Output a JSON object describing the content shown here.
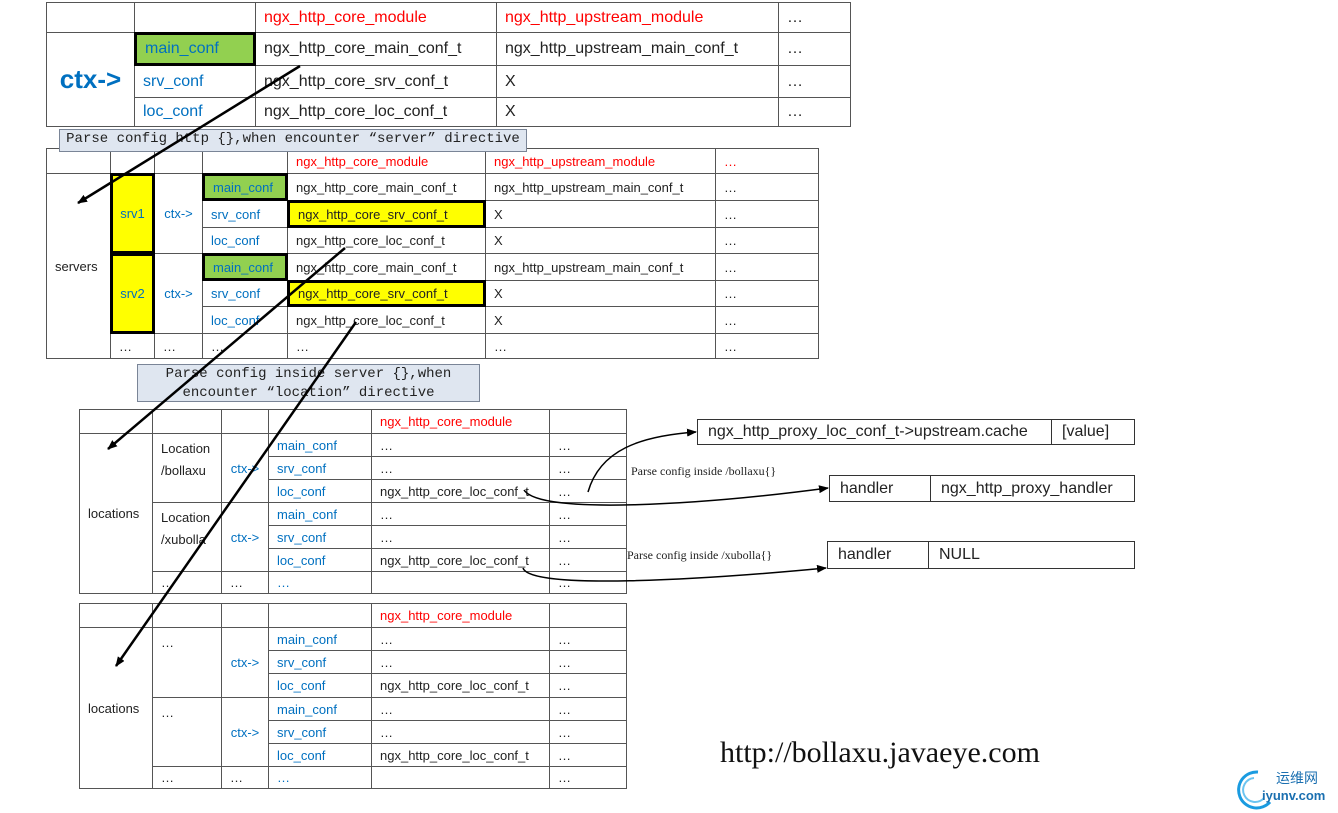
{
  "tables": {
    "t1": {
      "rows": [
        [
          "",
          "",
          "ngx_http_core_module",
          "ngx_http_upstream_module",
          "…"
        ],
        [
          "ctx->",
          "main_conf",
          "ngx_http_core_main_conf_t",
          "ngx_http_upstream_main_conf_t",
          "…"
        ],
        [
          null,
          "srv_conf",
          "ngx_http_core_srv_conf_t",
          "X",
          "…"
        ],
        [
          null,
          "loc_conf",
          "ngx_http_core_loc_conf_t",
          "X",
          "…"
        ]
      ]
    },
    "t2": {
      "rows": [
        [
          "",
          "",
          "",
          "",
          "ngx_http_core_module",
          "ngx_http_upstream_module",
          "…"
        ],
        [
          "servers",
          "srv1",
          "ctx->",
          "main_conf",
          "ngx_http_core_main_conf_t",
          "ngx_http_upstream_main_conf_t",
          "…"
        ],
        [
          null,
          null,
          null,
          "srv_conf",
          "ngx_http_core_srv_conf_t",
          "X",
          "…"
        ],
        [
          null,
          null,
          null,
          "loc_conf",
          "ngx_http_core_loc_conf_t",
          "X",
          "…"
        ],
        [
          null,
          "srv2",
          "ctx->",
          "main_conf",
          "ngx_http_core_main_conf_t",
          "ngx_http_upstream_main_conf_t",
          "…"
        ],
        [
          null,
          null,
          null,
          "srv_conf",
          "ngx_http_core_srv_conf_t",
          "X",
          "…"
        ],
        [
          null,
          null,
          null,
          "loc_conf",
          "ngx_http_core_loc_conf_t",
          "X",
          "…"
        ],
        [
          null,
          "…",
          "…",
          "…",
          "…",
          "…",
          "…"
        ]
      ]
    },
    "t3": {
      "rows": [
        [
          "",
          "",
          "",
          "",
          "ngx_http_core_module",
          ""
        ],
        [
          "locations",
          "Location\n/bollaxu",
          "ctx->",
          "main_conf",
          "…",
          "…"
        ],
        [
          null,
          null,
          null,
          "srv_conf",
          "…",
          "…"
        ],
        [
          null,
          null,
          null,
          "loc_conf",
          "ngx_http_core_loc_conf_t",
          "…"
        ],
        [
          null,
          "Location\n/xubolla",
          "ctx->",
          "main_conf",
          "…",
          "…"
        ],
        [
          null,
          null,
          null,
          "srv_conf",
          "…",
          "…"
        ],
        [
          null,
          null,
          null,
          "loc_conf",
          "ngx_http_core_loc_conf_t",
          "…"
        ],
        [
          null,
          "…",
          "…",
          "…",
          "",
          "…"
        ]
      ]
    },
    "t4": {
      "rows": [
        [
          "",
          "",
          "",
          "",
          "ngx_http_core_module",
          ""
        ],
        [
          "locations",
          "…",
          "ctx->",
          "main_conf",
          "…",
          "…"
        ],
        [
          null,
          null,
          null,
          "srv_conf",
          "…",
          "…"
        ],
        [
          null,
          null,
          null,
          "loc_conf",
          "ngx_http_core_loc_conf_t",
          "…"
        ],
        [
          null,
          "…",
          "ctx->",
          "main_conf",
          "…",
          "…"
        ],
        [
          null,
          null,
          null,
          "srv_conf",
          "…",
          "…"
        ],
        [
          null,
          null,
          null,
          "loc_conf",
          "ngx_http_core_loc_conf_t",
          "…"
        ],
        [
          null,
          "…",
          "…",
          "…",
          "",
          "…"
        ]
      ]
    }
  },
  "callouts": {
    "server": "Parse config http {},when encounter “server” directive",
    "location_line1": "Parse config inside server {},when",
    "location_line2": "encounter “location” directive"
  },
  "right_boxes": {
    "cache": {
      "key": "ngx_http_proxy_loc_conf_t->upstream.cache",
      "value": "[value]"
    },
    "bollaxu_handler": {
      "key": "handler",
      "value": "ngx_http_proxy_handler"
    },
    "xubolla_handler": {
      "key": "handler",
      "value": "NULL"
    }
  },
  "notes": {
    "bollaxu": "Parse config inside /bollaxu{}",
    "xubolla": "Parse config inside /xubolla{}"
  },
  "watermark_url": "http://bollaxu.javaeye.com",
  "logo": {
    "cn": "运维网",
    "en": "iyunv.com"
  },
  "colors": {
    "red": "#ff0000",
    "blue": "#0070c0",
    "green": "#92d050",
    "yellow": "#ffff00"
  }
}
